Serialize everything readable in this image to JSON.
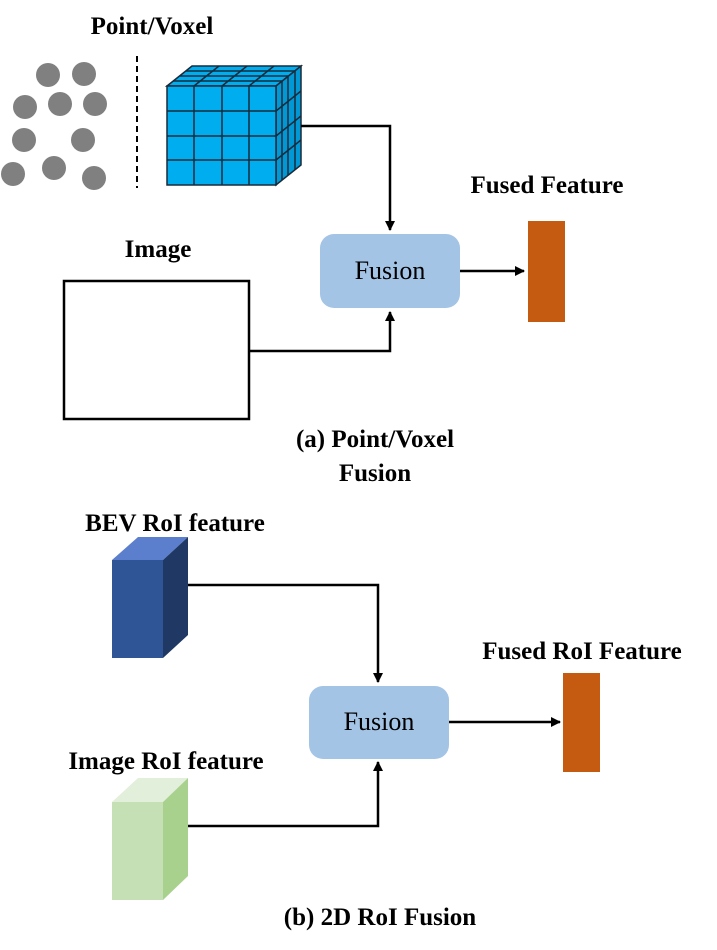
{
  "panel_a": {
    "point_voxel_label": "Point/Voxel",
    "image_label": "Image",
    "fusion_label": "Fusion",
    "fused_feature_label": "Fused Feature",
    "caption_line1": "(a) Point/Voxel",
    "caption_line2": "Fusion"
  },
  "panel_b": {
    "bev_label": "BEV RoI feature",
    "image_roi_label": "Image RoI feature",
    "fusion_label": "Fusion",
    "fused_roi_label": "Fused RoI Feature",
    "caption": "(b) 2D RoI Fusion"
  },
  "colors": {
    "point": "#808080",
    "voxel": "#00aeef",
    "fusion_box": "#a4c4e6",
    "fused_feature": "#c55a11",
    "bev_cube": "#2f5597",
    "image_cube": "#c5e0b4"
  }
}
